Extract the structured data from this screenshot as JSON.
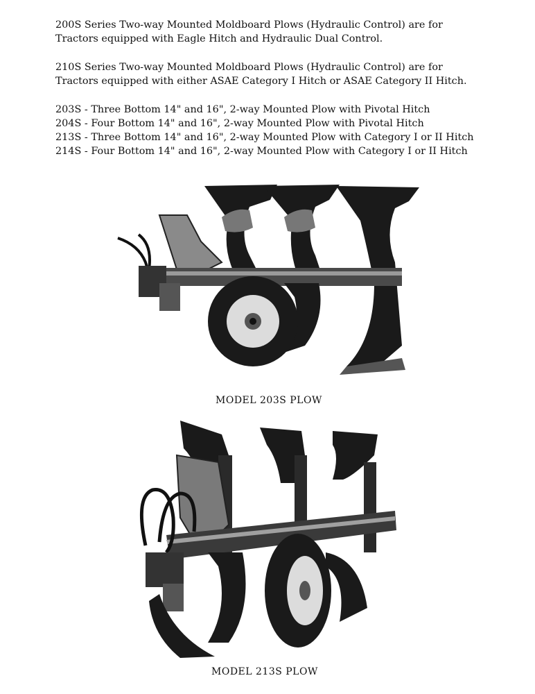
{
  "intro_210_series": {
    "line1": "200S Series Two-way Mounted Moldboard Plows (Hydraulic Control) are for",
    "line2": "Tractors equipped with Eagle Hitch and Hydraulic Dual Control."
  },
  "intro_210s": {
    "line1": "210S Series Two-way Mounted Moldboard Plows (Hydraulic Control) are for",
    "line2": "Tractors equipped with either ASAE Category I Hitch or ASAE Category II Hitch."
  },
  "models": [
    "203S - Three Bottom 14\" and 16\", 2-way Mounted Plow with Pivotal  Hitch",
    "204S - Four Bottom 14\" and 16\", 2-way Mounted Plow with Pivotal  Hitch",
    "213S - Three Bottom 14\" and 16\", 2-way Mounted Plow with Category I or II Hitch",
    "214S - Four Bottom 14\" and 16\", 2-way Mounted Plow with Category I or II Hitch"
  ],
  "figures": {
    "fig1_caption": "MODEL 203S PLOW",
    "fig2_caption": "MODEL 213S PLOW"
  },
  "colors": {
    "ink": "#111111",
    "metal_dark": "#1a1a1a",
    "metal_mid": "#5a5a5a",
    "metal_light": "#b8b8b8"
  }
}
